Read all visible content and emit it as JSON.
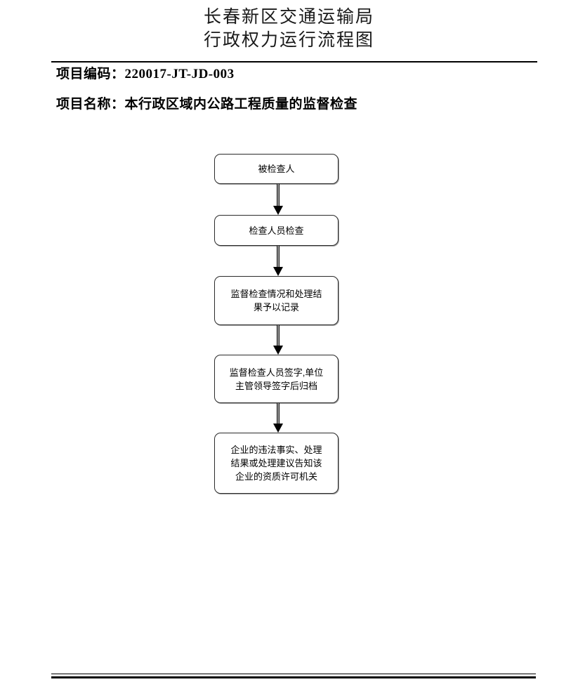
{
  "header": {
    "title_line1": "长春新区交通运输局",
    "title_line2": "行政权力运行流程图"
  },
  "meta": {
    "code_label": "项目编码：",
    "code_value": "220017-JT-JD-003",
    "code_full": "项目编码：220017-JT-JD-003",
    "name_label": "项目名称：",
    "name_value": "本行政区域内公路工程质量的监督检查",
    "name_full": "项目名称：本行政区域内公路工程质量的监督检查"
  },
  "chart_data": {
    "type": "diagram",
    "title": "行政权力运行流程图",
    "orientation": "top-to-bottom",
    "nodes": [
      {
        "id": "n1",
        "label": "被检查人",
        "shape": "rounded-rect",
        "lines": [
          "被检查人"
        ]
      },
      {
        "id": "n2",
        "label": "检查人员检查",
        "shape": "rounded-rect",
        "lines": [
          "检查人员检查"
        ]
      },
      {
        "id": "n3",
        "label": "监督检查情况和处理结果予以记录",
        "shape": "rounded-rect",
        "lines": [
          "监督检查情况和处理结",
          "果予以记录"
        ]
      },
      {
        "id": "n4",
        "label": "监督检查人员签字,单位主管领导签字后归档",
        "shape": "rounded-rect",
        "lines": [
          "监督检查人员签字,单位",
          "主管领导签字后归档"
        ]
      },
      {
        "id": "n5",
        "label": "企业的违法事实、处理结果或处理建议告知该企业的资质许可机关",
        "shape": "rounded-rect",
        "lines": [
          "企业的违法事实、处理",
          "结果或处理建议告知该",
          "企业的资质许可机关"
        ]
      }
    ],
    "edges": [
      {
        "from": "n1",
        "to": "n2",
        "style": "solid-arrow"
      },
      {
        "from": "n2",
        "to": "n3",
        "style": "solid-arrow"
      },
      {
        "from": "n3",
        "to": "n4",
        "style": "solid-arrow"
      },
      {
        "from": "n4",
        "to": "n5",
        "style": "solid-arrow"
      }
    ]
  },
  "flow_text": {
    "node_1": "被检查人",
    "node_2": "检查人员检查",
    "node_3": "监督检查情况和处理结\n果予以记录",
    "node_4": "监督检查人员签字,单位\n主管领导签字后归档",
    "node_5": "企业的违法事实、处理\n结果或处理建议告知该\n企业的资质许可机关"
  },
  "colors": {
    "text": "#000000",
    "node_border": "#2b2b2b",
    "node_fill": "#ffffff",
    "connector": "#000000",
    "rule": "#000000",
    "page_background": "#ffffff"
  }
}
